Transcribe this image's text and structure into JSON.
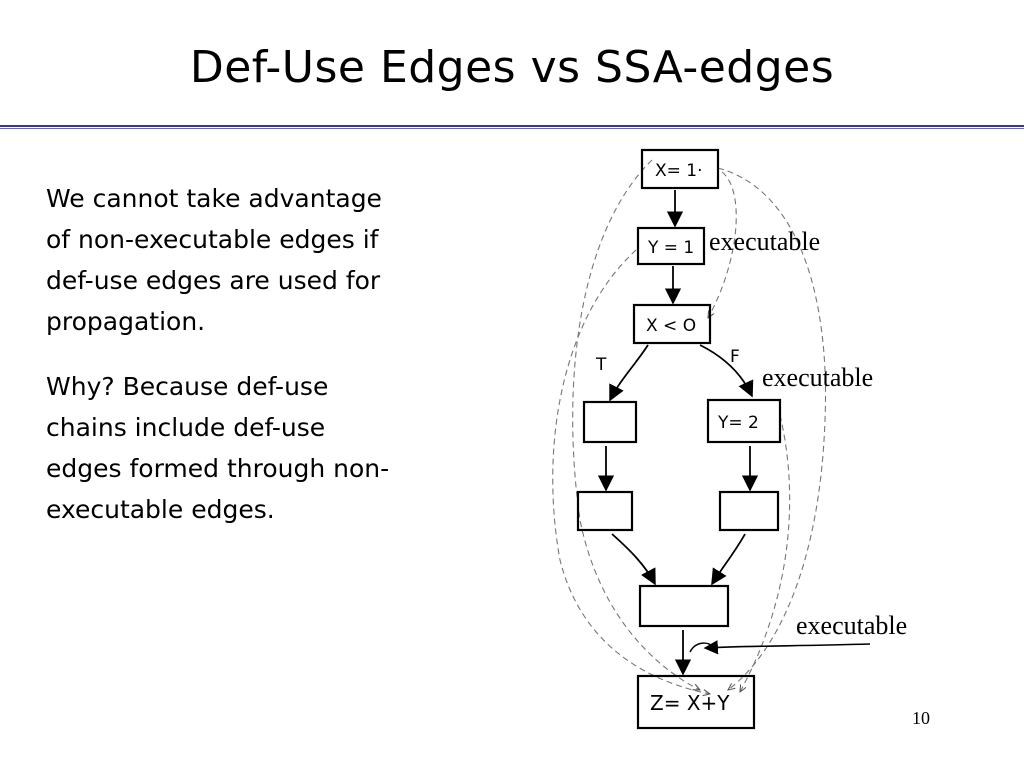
{
  "slide": {
    "title": "Def-Use Edges vs SSA-edges",
    "paragraphs": [
      "We cannot take advantage\nof non-executable edges if\ndef-use edges are used for\npropagation.",
      "Why? Because def-use\nchains include def-use\nedges formed through non-\nexecutable edges."
    ],
    "page_number": "10"
  },
  "diagram": {
    "nodes": {
      "x_assign": "X= 1·",
      "y_assign": "Y = 1",
      "cond": "X < O",
      "then1": "",
      "else1": "Y= 2",
      "then2": "",
      "else2": "",
      "join": "",
      "sum": "Z= X+Y"
    },
    "branch_labels": {
      "true": "T",
      "false": "F"
    },
    "annotations": [
      "executable",
      "executable",
      "executable"
    ]
  }
}
